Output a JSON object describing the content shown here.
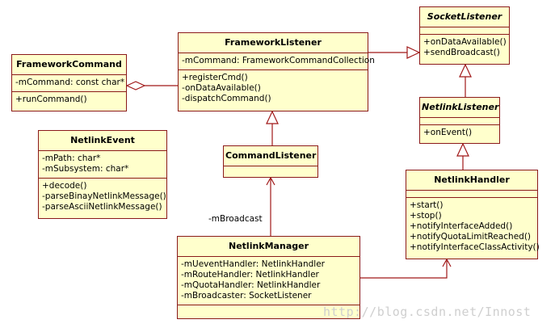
{
  "classes": {
    "framework_command": {
      "name": "FrameworkCommand",
      "attributes": [
        "-mCommand: const char*"
      ],
      "operations": [
        "+runCommand()"
      ]
    },
    "framework_listener": {
      "name": "FrameworkListener",
      "attributes": [
        "-mCommand: FrameworkCommandCollection"
      ],
      "operations": [
        "+registerCmd()",
        "-onDataAvailable()",
        "-dispatchCommand()"
      ]
    },
    "socket_listener": {
      "name": "SocketListener",
      "attributes": [],
      "operations": [
        "+onDataAvailable()",
        "+sendBroadcast()"
      ]
    },
    "netlink_listener": {
      "name": "NetlinkListener",
      "attributes": [],
      "operations": [
        "+onEvent()"
      ]
    },
    "netlink_event": {
      "name": "NetlinkEvent",
      "attributes": [
        "-mPath: char*",
        "-mSubsystem: char*"
      ],
      "operations": [
        "+decode()",
        "-parseBinayNetlinkMessage()",
        "-parseAsciiNetlinkMessage()"
      ]
    },
    "command_listener": {
      "name": "CommandListener"
    },
    "netlink_handler": {
      "name": "NetlinkHandler",
      "attributes": [],
      "operations": [
        "+start()",
        "+stop()",
        "+notifyInterfaceAdded()",
        "+notifyQuotaLimitReached()",
        "+notifyInterfaceClassActivity()"
      ]
    },
    "netlink_manager": {
      "name": "NetlinkManager",
      "attributes": [
        "-mUeventHandler: NetlinkHandler",
        "-mRouteHandler: NetlinkHandler",
        "-mQuotaHandler: NetlinkHandler",
        "-mBroadcaster: SocketListener"
      ],
      "operations": []
    }
  },
  "edge_labels": {
    "m_broadcast": "-mBroadcast"
  },
  "watermark": "http://blog.csdn.net/Innost",
  "colors": {
    "box_fill": "#ffffcc",
    "border": "#8b1a1a",
    "line": "#a01818"
  }
}
